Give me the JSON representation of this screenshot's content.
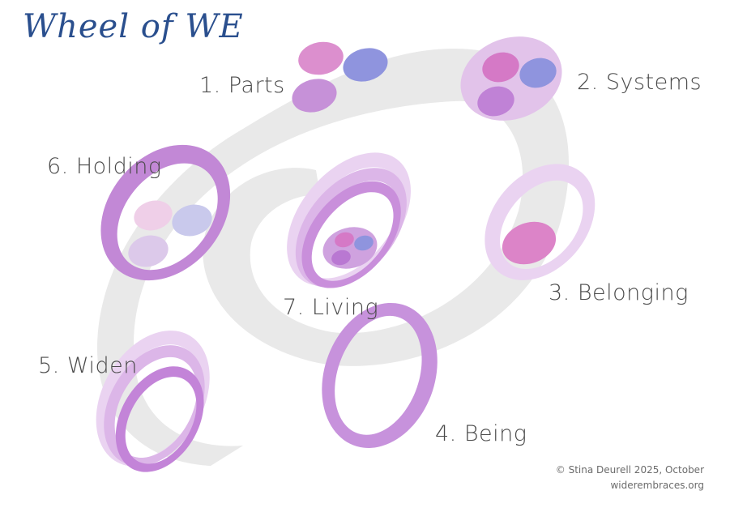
{
  "title": {
    "text": "Wheel of",
    "logo": "WE"
  },
  "stages": [
    {
      "label": "1. Parts"
    },
    {
      "label": "2. Systems"
    },
    {
      "label": "3. Belonging"
    },
    {
      "label": "4.  Being"
    },
    {
      "label": "5. Widen"
    },
    {
      "label": "6. Holding"
    },
    {
      "label": "7. Living"
    }
  ],
  "credits": {
    "line1": "© Stina Deurell 2025, October",
    "line2": "widerembraces.org"
  },
  "colors": {
    "spiral": "#e9e9e9",
    "pink": "#dc8fce",
    "blue": "#8f94de",
    "purple": "#c691d8",
    "ring": "#c58ad6",
    "ring_light": "#e4c8ec",
    "title": "#2a4f8e"
  }
}
